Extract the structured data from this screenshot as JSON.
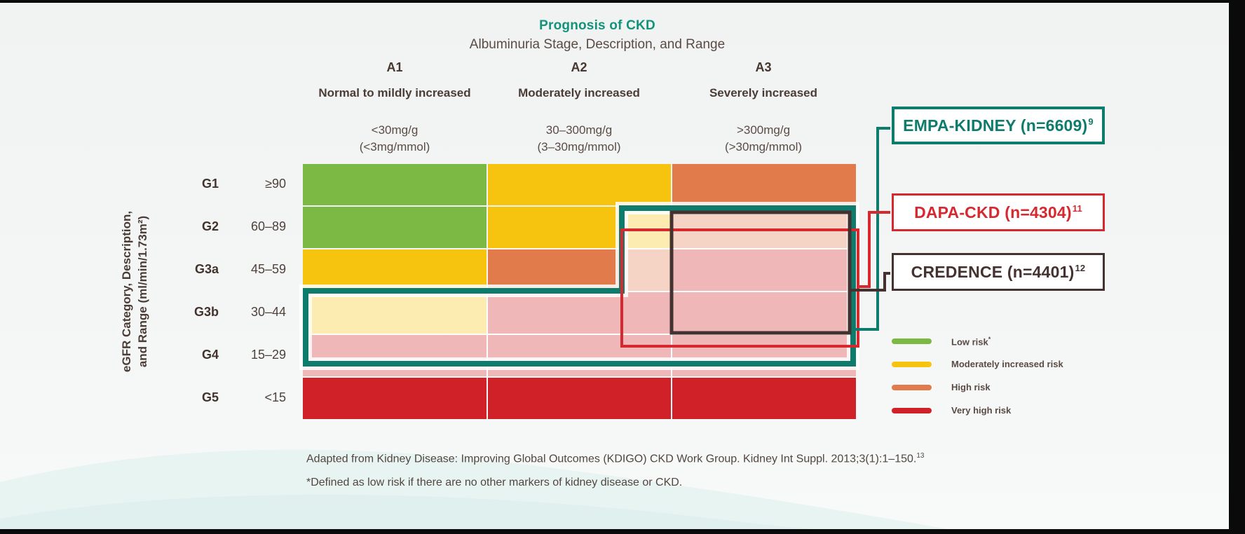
{
  "slide": {
    "title": "Prognosis of CKD",
    "subtitle": "Albuminuria Stage, Description, and Range",
    "egfr_axis_line1": "eGFR Category, Description,",
    "egfr_axis_line2": "and Range (ml/min/1.73m²)"
  },
  "albuminuria_stages": [
    {
      "id": "A1",
      "description": "Normal to mildly increased",
      "range_line1": "<30mg/g",
      "range_line2": "(<3mg/mmol)"
    },
    {
      "id": "A2",
      "description": "Moderately increased",
      "range_line1": "30–300mg/g",
      "range_line2": "(3–30mg/mmol)"
    },
    {
      "id": "A3",
      "description": "Severely increased",
      "range_line1": ">300mg/g",
      "range_line2": "(>30mg/mmol)"
    }
  ],
  "egfr_categories": [
    {
      "id": "G1",
      "range": "≥90"
    },
    {
      "id": "G2",
      "range": "60–89"
    },
    {
      "id": "G3a",
      "range": "45–59"
    },
    {
      "id": "G3b",
      "range": "30–44"
    },
    {
      "id": "G4",
      "range": "15–29"
    },
    {
      "id": "G5",
      "range": "<15"
    }
  ],
  "risk_colors": {
    "low": "#7bb844",
    "moderate": "#f6c40e",
    "high": "#e17b4b",
    "very_high": "#cf2127"
  },
  "chart_data": {
    "type": "heatmap",
    "title": "Prognosis of CKD",
    "x_axis_label": "Albuminuria Stage, Description, and Range",
    "y_axis_label": "eGFR Category, Description, and Range (ml/min/1.73m²)",
    "x_categories": [
      "A1",
      "A2",
      "A3"
    ],
    "y_categories": [
      "G1",
      "G2",
      "G3a",
      "G3b",
      "G4",
      "G5"
    ],
    "risk_matrix": [
      [
        "low",
        "moderate",
        "high"
      ],
      [
        "low",
        "moderate",
        "high"
      ],
      [
        "moderate",
        "high",
        "very_high"
      ],
      [
        "moderate",
        "very_high",
        "very_high"
      ],
      [
        "very_high",
        "very_high",
        "very_high"
      ],
      [
        "very_high",
        "very_high",
        "very_high"
      ]
    ],
    "overlay_note": "Cells inside the trial-population outlines are shown washed out (white overlay); G5 row and upper-left cells remain fully saturated.",
    "legend_position": "right-bottom"
  },
  "trials": [
    {
      "name": "EMPA-KIDNEY",
      "n_label": "n=6609",
      "sup": "9",
      "color": "#0d7c6c"
    },
    {
      "name": "DAPA-CKD",
      "n_label": "n=4304",
      "sup": "11",
      "color": "#d7282f"
    },
    {
      "name": "CREDENCE",
      "n_label": "n=4401",
      "sup": "12",
      "color": "#443231"
    }
  ],
  "legend": [
    {
      "label": "Low risk",
      "sup": "*",
      "color_key": "low"
    },
    {
      "label": "Moderately increased risk",
      "sup": "",
      "color_key": "moderate"
    },
    {
      "label": "High risk",
      "sup": "",
      "color_key": "high"
    },
    {
      "label": "Very high risk",
      "sup": "",
      "color_key": "very_high"
    }
  ],
  "footnotes": {
    "line1_text": "Adapted from Kidney Disease: Improving Global Outcomes (KDIGO) CKD Work Group. Kidney Int Suppl. 2013;3(1):1–150.",
    "line1_sup": "13",
    "line2_text": "*Defined as low risk if there are no other markers of kidney disease or CKD."
  }
}
